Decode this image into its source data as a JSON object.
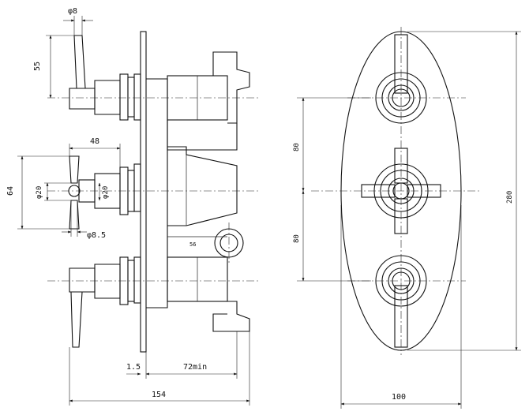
{
  "side_view": {
    "dims": {
      "phi8": "φ8",
      "d55": "55",
      "d48": "48",
      "d64": "64",
      "phi20a": "φ20",
      "phi20b": "φ20",
      "phi8_5": "φ8.5",
      "d1_5": "1.5",
      "d72min": "72min",
      "d154": "154",
      "d56": "56"
    }
  },
  "front_view": {
    "dims": {
      "d80_top": "80",
      "d80_bottom": "80",
      "d280": "280",
      "d100": "100"
    }
  }
}
